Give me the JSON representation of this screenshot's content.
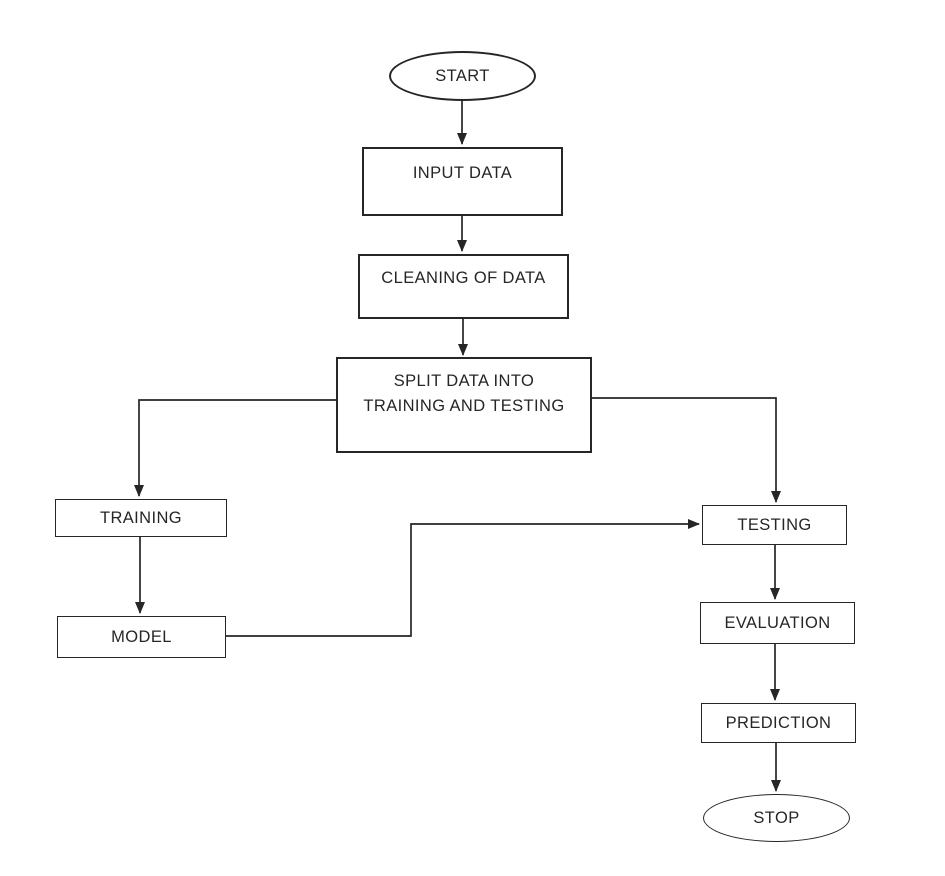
{
  "diagram": {
    "description": "Machine learning workflow flowchart",
    "colors": {
      "background": "#ffffff",
      "stroke": "#262626",
      "text": "#262626"
    },
    "nodes": {
      "start": {
        "label": "START",
        "type": "terminator"
      },
      "input_data": {
        "label": "INPUT DATA",
        "type": "process"
      },
      "cleaning": {
        "label": "CLEANING OF DATA",
        "type": "process"
      },
      "split": {
        "label": "SPLIT DATA INTO\nTRAINING AND TESTING",
        "type": "process"
      },
      "training": {
        "label": "TRAINING",
        "type": "process"
      },
      "model": {
        "label": "MODEL",
        "type": "process"
      },
      "testing": {
        "label": "TESTING",
        "type": "process"
      },
      "evaluation": {
        "label": "EVALUATION",
        "type": "process"
      },
      "prediction": {
        "label": "PREDICTION",
        "type": "process"
      },
      "stop": {
        "label": "STOP",
        "type": "terminator"
      }
    },
    "edges": [
      {
        "from": "start",
        "to": "input_data"
      },
      {
        "from": "input_data",
        "to": "cleaning"
      },
      {
        "from": "cleaning",
        "to": "split"
      },
      {
        "from": "split",
        "to": "training"
      },
      {
        "from": "split",
        "to": "testing"
      },
      {
        "from": "training",
        "to": "model"
      },
      {
        "from": "model",
        "to": "testing"
      },
      {
        "from": "testing",
        "to": "evaluation"
      },
      {
        "from": "evaluation",
        "to": "prediction"
      },
      {
        "from": "prediction",
        "to": "stop"
      }
    ]
  }
}
